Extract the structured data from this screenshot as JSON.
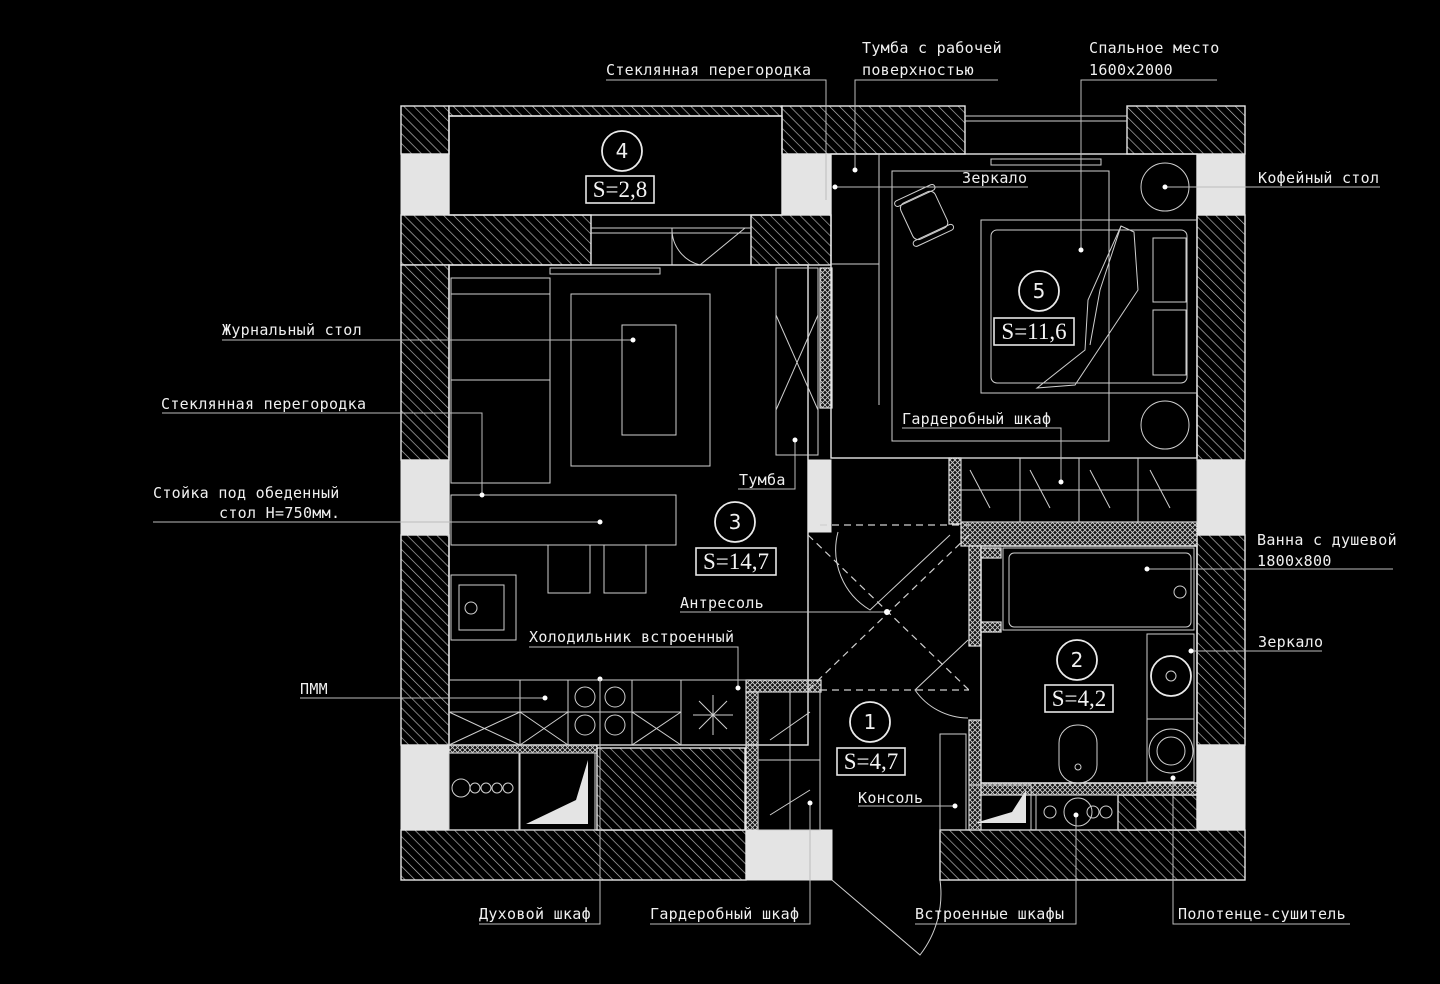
{
  "plan": {
    "title": "Apartment floor plan",
    "colors": {
      "background": "#000000",
      "lines": "#e6e6e6",
      "columns": "#e4e4e4"
    },
    "rooms": [
      {
        "number": "1",
        "area": "S=4,7"
      },
      {
        "number": "2",
        "area": "S=4,2"
      },
      {
        "number": "3",
        "area": "S=14,7"
      },
      {
        "number": "4",
        "area": "S=2,8"
      },
      {
        "number": "5",
        "area": "S=11,6"
      }
    ],
    "labels": {
      "glass_partition_top": "Стеклянная перегородка",
      "nightstand_work_1": "Тумба с рабочей",
      "nightstand_work_2": "поверхностью",
      "bed_1": "Спальное место",
      "bed_2": "1600х2000",
      "coffee_table": "Кофейный стол",
      "mirror_bedroom": "Зеркало",
      "magazine_table": "Журнальный стол",
      "glass_partition_left": "Стеклянная перегородка",
      "bar_counter_1": "Стойка под обеденный",
      "bar_counter_2": "стол H=750мм.",
      "nightstand": "Тумба",
      "wardrobe_bedroom": "Гардеробный шкаф",
      "bath_1": "Ванна с душевой",
      "bath_2": "1800х800",
      "mirror_bath": "Зеркало",
      "mezzanine": "Антресоль",
      "fridge": "Холодильник встроенный",
      "dishwasher": "ПММ",
      "console": "Консоль",
      "oven": "Духовой шкаф",
      "wardrobe_hall": "Гардеробный шкаф",
      "built_in_cabinets": "Встроенные шкафы",
      "towel_dryer": "Полотенце-сушитель"
    }
  }
}
